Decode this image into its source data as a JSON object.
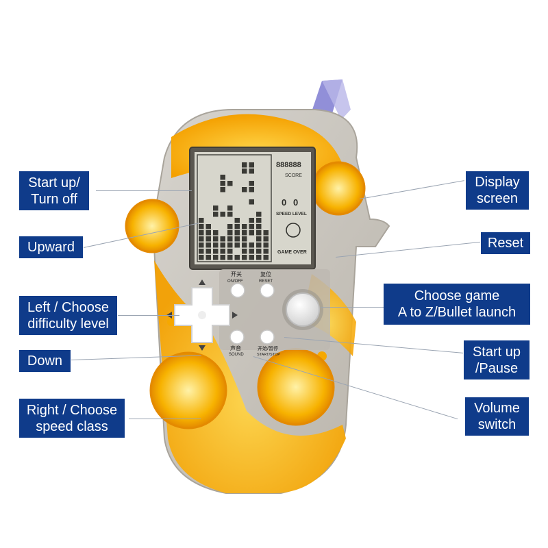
{
  "labels": {
    "start_up_turn_off": [
      "Start up/",
      "Turn off"
    ],
    "upward": [
      "Upward"
    ],
    "left_choose_difficulty": [
      "Left / Choose",
      "difficulty level"
    ],
    "down": [
      "Down"
    ],
    "right_choose_speed": [
      "Right / Choose",
      "speed class"
    ],
    "display_screen": [
      "Display",
      "screen"
    ],
    "reset": [
      "Reset"
    ],
    "choose_game": [
      "Choose game",
      "A to Z/Bullet launch"
    ],
    "start_up_pause": [
      "Start up",
      "/Pause"
    ],
    "volume_switch": [
      "Volume",
      "switch"
    ]
  },
  "device": {
    "screen": {
      "score_digits": "888888",
      "score_label": "SCORE",
      "speed_digits": "0",
      "level_digits": "0",
      "speed_level_label": "SPEED LEVEL",
      "game_over_label": "GAME OVER"
    },
    "buttons": {
      "on_off_cn": "开关",
      "on_off_en": "ON/OFF",
      "reset_cn": "复位",
      "reset_en": "RESET",
      "sound_cn": "声音",
      "sound_en": "SOUND",
      "start_stop_cn": "开始/暂停",
      "start_stop_en": "START/STOP"
    }
  },
  "colors": {
    "label_bg": "#0f3b8a",
    "label_text": "#ffffff",
    "leader_line": "#9aa4b2",
    "orange": "#f6a800",
    "shell": "#c9c5bd"
  }
}
